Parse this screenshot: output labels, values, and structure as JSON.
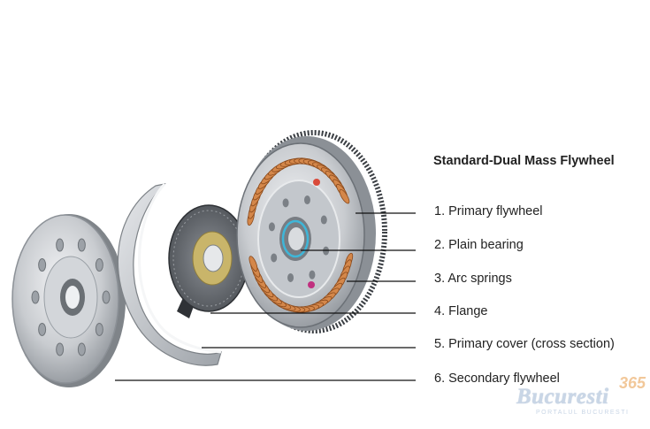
{
  "diagram": {
    "title": "Standard-Dual Mass Flywheel",
    "labels": [
      "1. Primary flywheel",
      "2. Plain bearing",
      "3. Arc springs",
      "4. Flange",
      "5. Primary cover (cross section)",
      "6. Secondary flywheel"
    ]
  },
  "watermark": {
    "number": "365",
    "name": "Bucuresti",
    "subtitle": "PORTALUL BUCURESTI"
  },
  "colors": {
    "metal": "#c8cbcf",
    "metal_dark": "#6b6f74",
    "spring": "#d4874a",
    "leader_line": "#111111"
  }
}
